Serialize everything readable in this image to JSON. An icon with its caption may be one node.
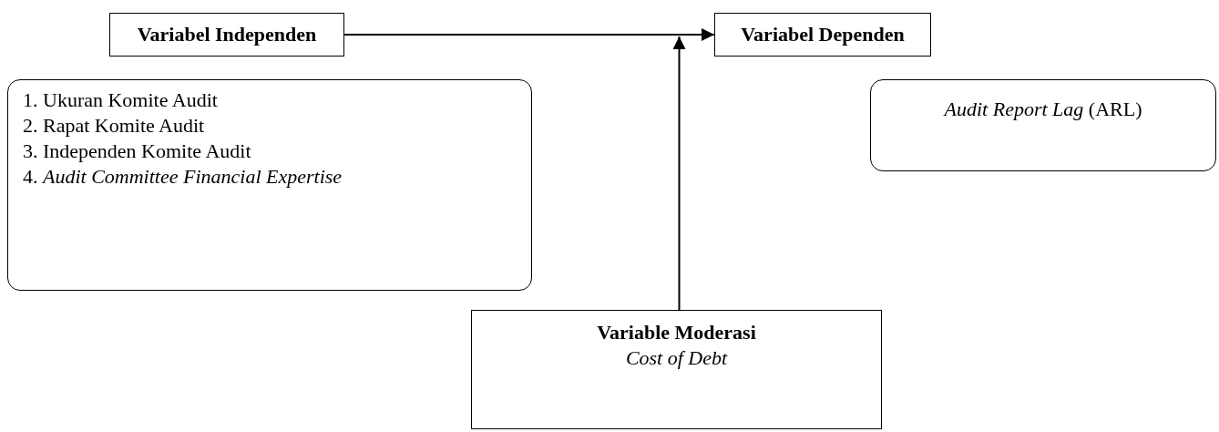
{
  "diagram": {
    "nodes": [
      {
        "text": [
          "Variabel Independen"
        ]
      },
      {
        "text": [
          "1. Ukuran Komite Audit",
          "2. Rapat Komite Audit",
          "3. Independen Komite Audit",
          "4. *Audit Committee Financial Expertise*"
        ]
      },
      {
        "text": [
          "Variabel Dependen"
        ]
      },
      {
        "text": [
          "*Audit Report Lag* (ARL)"
        ]
      },
      {
        "text": [
          "Variable Moderasi",
          "Cost of Debt"
        ]
      }
    ],
    "edges": [
      {
        "from": 0,
        "to": 2,
        "arrow": "to"
      },
      {
        "from": 4,
        "to": null,
        "arrow": "to"
      }
    ]
  }
}
